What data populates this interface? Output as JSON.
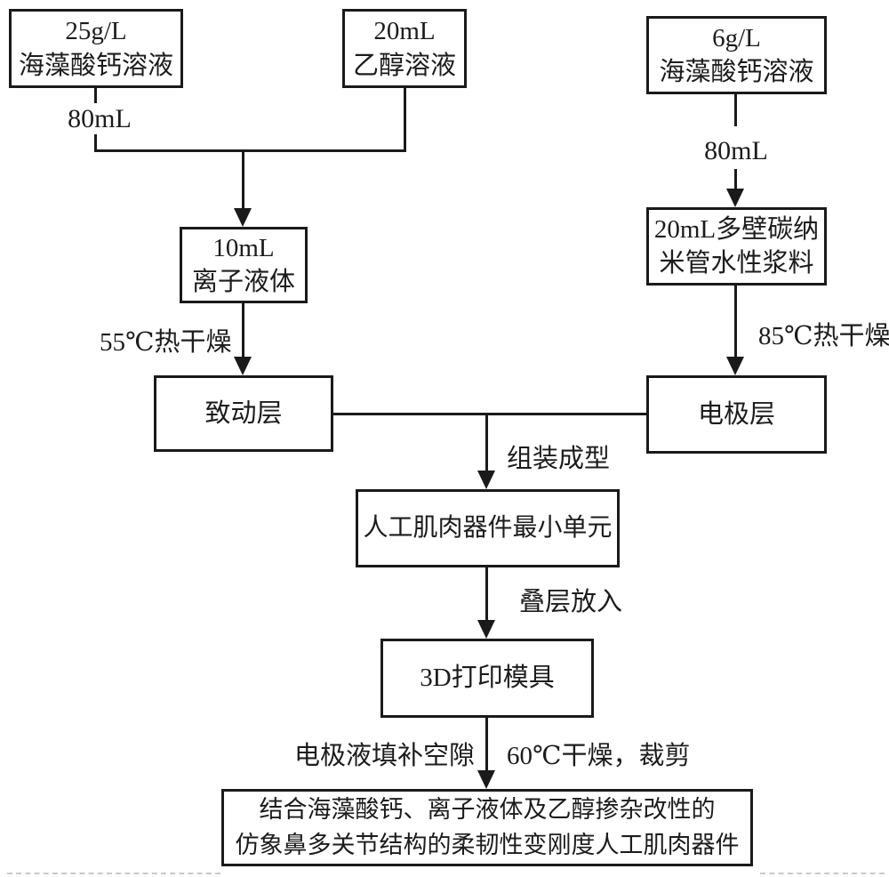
{
  "nodes": {
    "alginate_25": {
      "line1": "25g/L",
      "line2": "海藻酸钙溶液"
    },
    "ethanol": {
      "line1": "20mL",
      "line2": "乙醇溶液"
    },
    "alginate_6": {
      "line1": "6g/L",
      "line2": "海藻酸钙溶液"
    },
    "ionic_liquid": {
      "line1": "10mL",
      "line2": "离子液体"
    },
    "cnt_slurry": {
      "line1": "20mL多壁碳纳",
      "line2": "米管水性浆料"
    },
    "actuator_layer": {
      "label": "致动层"
    },
    "electrode_layer": {
      "label": "电极层"
    },
    "muscle_unit": {
      "label": "人工肌肉器件最小单元"
    },
    "print_mold": {
      "label": "3D打印模具"
    },
    "final_device": {
      "line1": "结合海藻酸钙、离子液体及乙醇掺杂改性的",
      "line2": "仿象鼻多关节结构的柔韧性变刚度人工肌肉器件"
    }
  },
  "edge_labels": {
    "left_volume": "80mL",
    "right_volume": "80mL",
    "dry_55": "55℃热干燥",
    "dry_85": "85℃热干燥",
    "assemble": "组装成型",
    "stack_insert": "叠层放入",
    "fill_gaps": "电极液填补空隙",
    "dry_60_cut": "60℃干燥，裁剪"
  },
  "colors": {
    "line": "#1a1a1a",
    "text": "#1c1c1c",
    "background": "#ffffff"
  }
}
